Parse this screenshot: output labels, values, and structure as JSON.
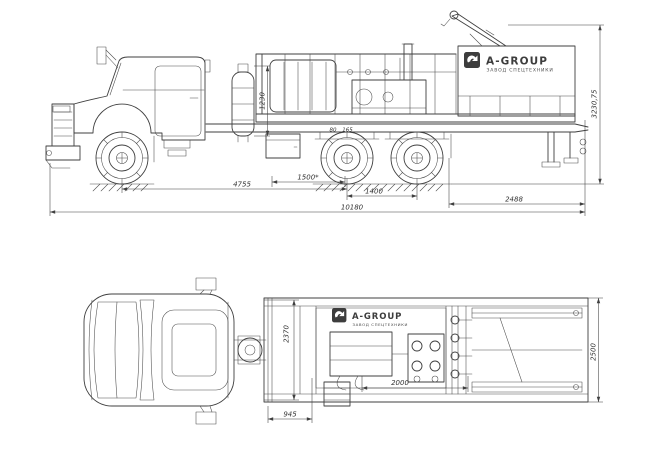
{
  "colors": {
    "background": "#ffffff",
    "ink": "#3f3f3f",
    "logo": "#3d3d3d"
  },
  "brand": {
    "name": "A-GROUP",
    "tagline": "ЗАВОД СПЕЦТЕХНИКИ"
  },
  "side_view": {
    "dims": {
      "tank_height": "1230",
      "overall_height": "3230,75",
      "frame_a": "80",
      "frame_b": "165",
      "wheelbase": "4755",
      "bogie_note": "1500*",
      "axle_spacing": "1400",
      "rear_overhang": "2488",
      "overall_length": "10180"
    }
  },
  "plan_view": {
    "dims": {
      "body_width": "2370",
      "module_length": "2000",
      "front_gap": "945",
      "overall_width": "2500"
    }
  }
}
